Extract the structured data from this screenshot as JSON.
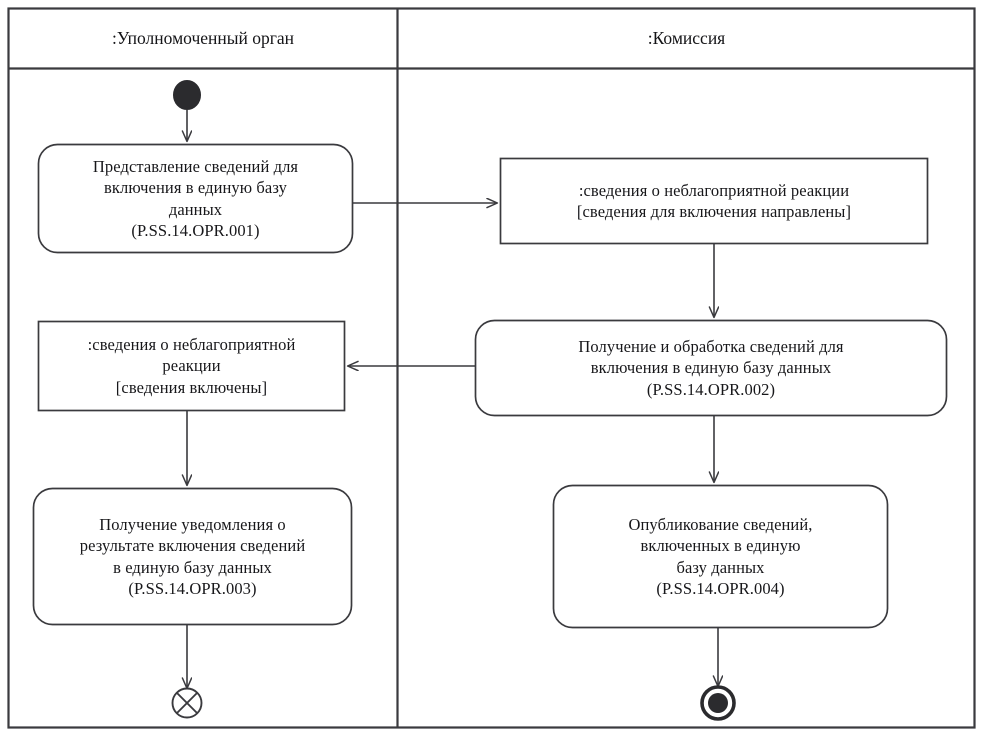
{
  "diagram": {
    "type": "uml-activity-diagram",
    "stroke_color": "#3a3a3e",
    "fill_color": "#ffffff",
    "text_color": "#17171a",
    "lanes": [
      {
        "id": "lane-left",
        "title": ":Уполномоченный орган"
      },
      {
        "id": "lane-right",
        "title": ":Комиссия"
      }
    ],
    "nodes": {
      "initial": {
        "kind": "initial-node",
        "lane": "lane-left"
      },
      "activity_1": {
        "kind": "activity",
        "lane": "lane-left",
        "lines": [
          "Представление сведений для",
          "включения в единую базу",
          "данных",
          "(P.SS.14.OPR.001)"
        ],
        "code": "P.SS.14.OPR.001"
      },
      "object_1": {
        "kind": "object-node",
        "lane": "lane-right",
        "lines": [
          ":сведения о неблагоприятной реакции",
          "[сведения для включения направлены]"
        ],
        "name": ":сведения о неблагоприятной реакции",
        "state": "[сведения для включения направлены]"
      },
      "activity_2": {
        "kind": "activity",
        "lane": "lane-right",
        "lines": [
          "Получение и обработка сведений для",
          "включения в единую базу данных",
          "(P.SS.14.OPR.002)"
        ],
        "code": "P.SS.14.OPR.002"
      },
      "object_2": {
        "kind": "object-node",
        "lane": "lane-left",
        "lines": [
          ":сведения о неблагоприятной",
          "реакции",
          "[сведения включены]"
        ],
        "name": ":сведения о неблагоприятной реакции",
        "state": "[сведения включены]"
      },
      "activity_3": {
        "kind": "activity",
        "lane": "lane-left",
        "lines": [
          "Получение уведомления о",
          "результате включения сведений",
          "в единую базу данных",
          "(P.SS.14.OPR.003)"
        ],
        "code": "P.SS.14.OPR.003"
      },
      "activity_4": {
        "kind": "activity",
        "lane": "lane-right",
        "lines": [
          "Опубликование сведений,",
          "включенных в единую",
          "базу данных",
          "(P.SS.14.OPR.004)"
        ],
        "code": "P.SS.14.OPR.004"
      },
      "flow_final": {
        "kind": "flow-final-node",
        "lane": "lane-left",
        "glyph": "circle-with-x"
      },
      "activity_final": {
        "kind": "activity-final-node",
        "lane": "lane-right",
        "glyph": "filled-circle-in-ring"
      }
    },
    "edges": [
      {
        "from": "initial",
        "to": "activity_1",
        "direction": "down"
      },
      {
        "from": "activity_1",
        "to": "object_1",
        "direction": "right"
      },
      {
        "from": "object_1",
        "to": "activity_2",
        "direction": "down"
      },
      {
        "from": "activity_2",
        "to": "object_2",
        "direction": "left"
      },
      {
        "from": "activity_2",
        "to": "activity_4",
        "direction": "down"
      },
      {
        "from": "object_2",
        "to": "activity_3",
        "direction": "down"
      },
      {
        "from": "activity_3",
        "to": "flow_final",
        "direction": "down"
      },
      {
        "from": "activity_4",
        "to": "activity_final",
        "direction": "down"
      }
    ],
    "caption": ""
  }
}
